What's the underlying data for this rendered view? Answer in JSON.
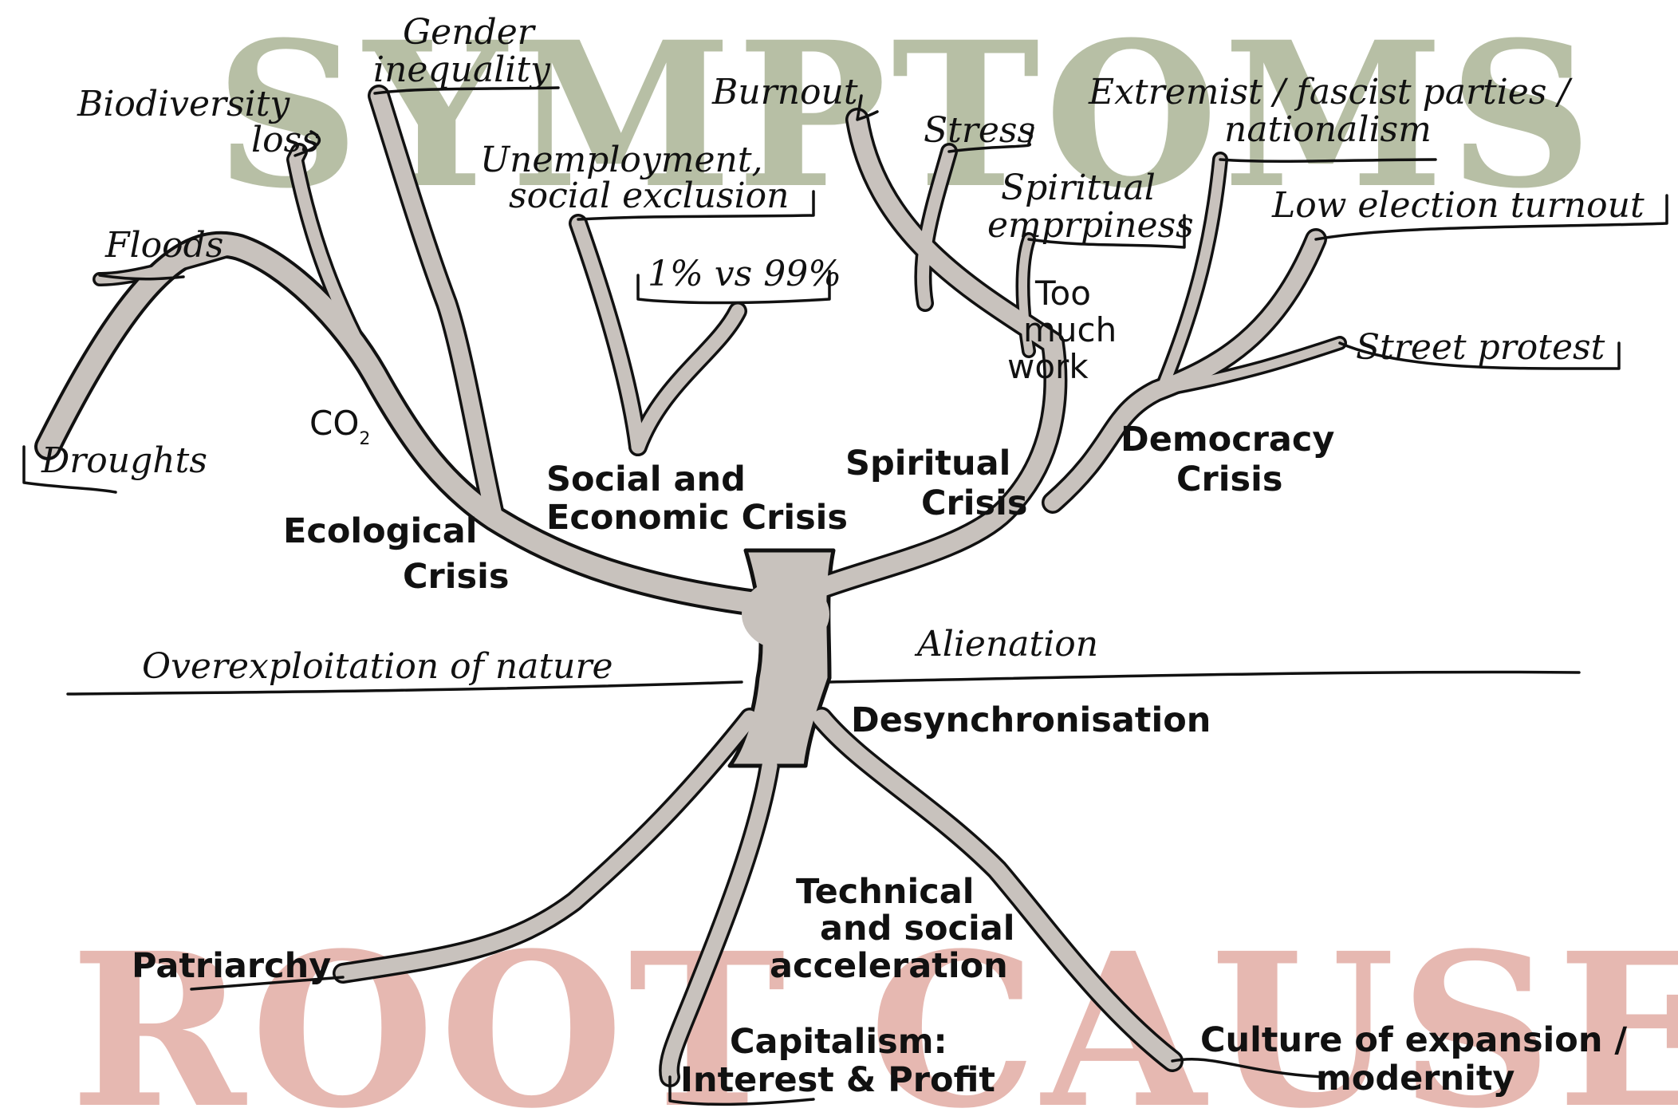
{
  "banners": {
    "top": "SYMPTOMS",
    "bottom": "ROOT CAUSES"
  },
  "crises": {
    "ecological": [
      "Ecological",
      "Crisis"
    ],
    "social_economic": [
      "Social and",
      "Economic Crisis"
    ],
    "spiritual": [
      "Spiritual",
      "Crisis"
    ],
    "democracy": [
      "Democracy",
      "Crisis"
    ]
  },
  "symptoms": {
    "floods": "Floods",
    "droughts": "Droughts",
    "biodiversity_loss": [
      "Biodiversity",
      "loss"
    ],
    "gender_inequality": [
      "Gender",
      "inequality"
    ],
    "co2": "CO",
    "co2_sub": "2",
    "unemployment": [
      "Unemployment,",
      "social exclusion"
    ],
    "one_vs_99": "1% vs 99%",
    "burnout": "Burnout",
    "stress": "Stress",
    "spiritual_emptiness": [
      "Spiritual",
      "emprpiness"
    ],
    "too_much_work": [
      "Too",
      "much",
      "work"
    ],
    "extremist": [
      "Extremist / fascist parties /",
      "nationalism"
    ],
    "low_turnout": "Low election turnout",
    "street_protest": "Street protest"
  },
  "midline": {
    "overexploitation": "Overexploitation of nature",
    "alienation": "Alienation",
    "desynchronisation": "Desynchronisation"
  },
  "root_causes": {
    "patriarchy": "Patriarchy",
    "acceleration": [
      "Technical",
      "and social",
      "acceleration"
    ],
    "capitalism": [
      "Capitalism:",
      "Interest & Profit"
    ],
    "expansion": [
      "Culture of expansion /",
      "modernity"
    ]
  },
  "colors": {
    "symptoms_banner": "#b7bfa5",
    "roots_banner": "#e6b8b1",
    "tree": "#c8c2bd",
    "ink": "#111111"
  }
}
